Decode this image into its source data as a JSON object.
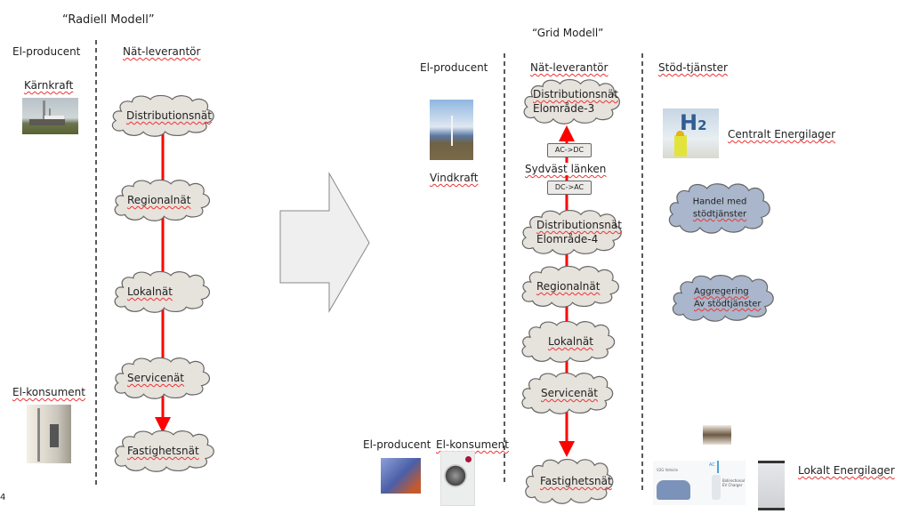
{
  "radial": {
    "title": "“Radiell Modell”",
    "producer_header": "El-producent",
    "supplier_header": "Nät-leverantör",
    "producer_label": "Kärnkraft",
    "consumer_label": "El-konsument",
    "networks": [
      "Distributionsnät",
      "Regionalnät",
      "Lokalnät",
      "Servicenät",
      "Fastighetsnät"
    ]
  },
  "grid": {
    "title": "“Grid Modell”",
    "producer_header": "El-producent",
    "supplier_header": "Nät-leverantör",
    "services_header": "Stöd-tjänster",
    "producer_label": "Vindkraft",
    "networks": {
      "dist3": [
        "Distributionsnät",
        "Elområde-3"
      ],
      "ac_dc": "AC->DC",
      "link": "Sydväst  länken",
      "dc_ac": "DC->AC",
      "dist4": [
        "Distributionsnät",
        "Elområde-4"
      ],
      "regional": "Regionalnät",
      "local": "Lokalnät",
      "service": "Servicenät",
      "property": "Fastighetsnät"
    },
    "central_storage": "Centralt Energilager",
    "trading": [
      "Handel med",
      "stödtjänster"
    ],
    "aggregation": [
      "Aggregering",
      "Av stödtjänster"
    ],
    "bottom_producer": "El-producent",
    "bottom_consumer": "El-konsument",
    "local_storage": "Lokalt Energilager",
    "ev_labels": {
      "vehicle": "V2G Vehicle",
      "charger": "Bidirectional EV Charger",
      "ac": "AC"
    }
  },
  "page_number": "4",
  "colors": {
    "flow_line": "#ff0000",
    "cloud_grey": "#e6e2dc",
    "cloud_blue": "#a9b6cb",
    "arrow_fill": "#efefef"
  }
}
